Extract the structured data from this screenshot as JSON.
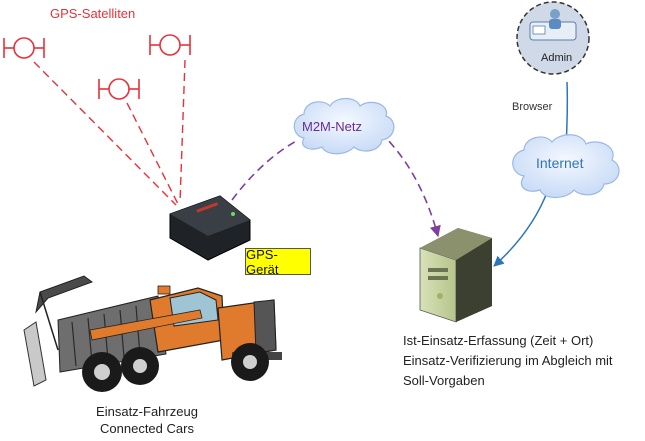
{
  "satellites": {
    "title": "GPS-Satelliten"
  },
  "network": {
    "m2m": "M2M-Netz",
    "internet": "Internet",
    "browser": "Browser"
  },
  "admin": {
    "label": "Admin"
  },
  "gps_device": {
    "label": "GPS-Gerät"
  },
  "server": {
    "caption_lines": [
      "Ist-Einsatz-Erfassung (Zeit + Ort)",
      "Einsatz-Verifizierung im Abgleich mit",
      "Soll-Vorgaben"
    ]
  },
  "vehicle": {
    "caption_lines": [
      "Einsatz-Fahrzeug",
      "Connected Cars"
    ]
  },
  "colors": {
    "gps_red": "#e8313a",
    "m2m_purple": "#7e3f9d",
    "internet_blue": "#2e75b6",
    "cloud_fill": "#dbe8fb",
    "label_yellow": "#ffff00",
    "truck_orange": "#e07a2c"
  }
}
